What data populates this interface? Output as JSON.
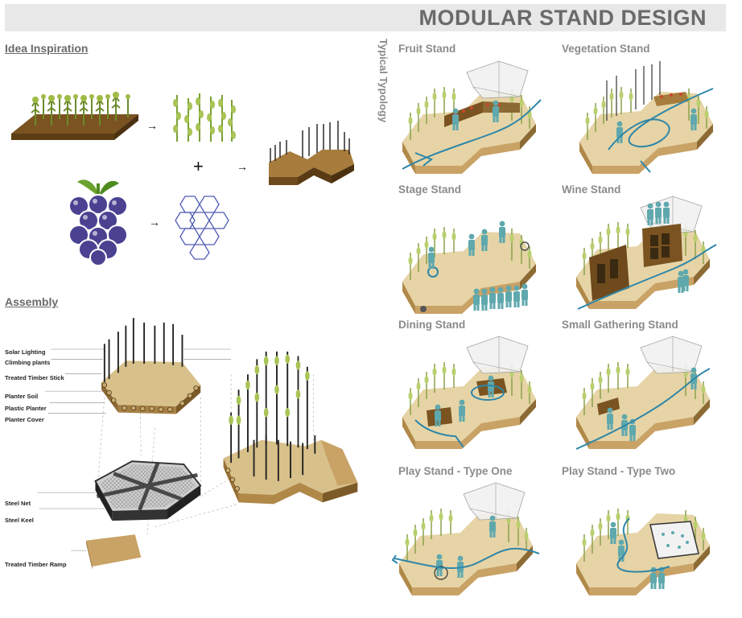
{
  "page": {
    "title": "MODULAR STAND DESIGN"
  },
  "sections": {
    "inspiration": "Idea Inspiration",
    "assembly": "Assembly",
    "typology": "Typical Typology"
  },
  "inspiration": {
    "plus": "+",
    "arrow": "→"
  },
  "assembly_parts": [
    "Solar Lighting",
    "Climbing plants",
    "Treated Timber Stick",
    "Planter Soil",
    "Plastic Planter",
    "Planter Cover",
    "Steel Net",
    "Steel Keel",
    "Treated Timber Ramp"
  ],
  "stands": [
    "Fruit Stand",
    "Vegetation Stand",
    "Stage Stand",
    "Wine Stand",
    "Dining Stand",
    "Small Gathering Stand",
    "Play Stand - Type One",
    "Play Stand - Type Two"
  ],
  "colors": {
    "timber": "#a77c3c",
    "timber_dark": "#6e4a1c",
    "deck": "#e4d3a8",
    "plant": "#9fbb47",
    "grape": "#4a4291",
    "hex_line": "#4f5cb5",
    "people": "#5fa8ad",
    "path": "#2f86a8"
  }
}
